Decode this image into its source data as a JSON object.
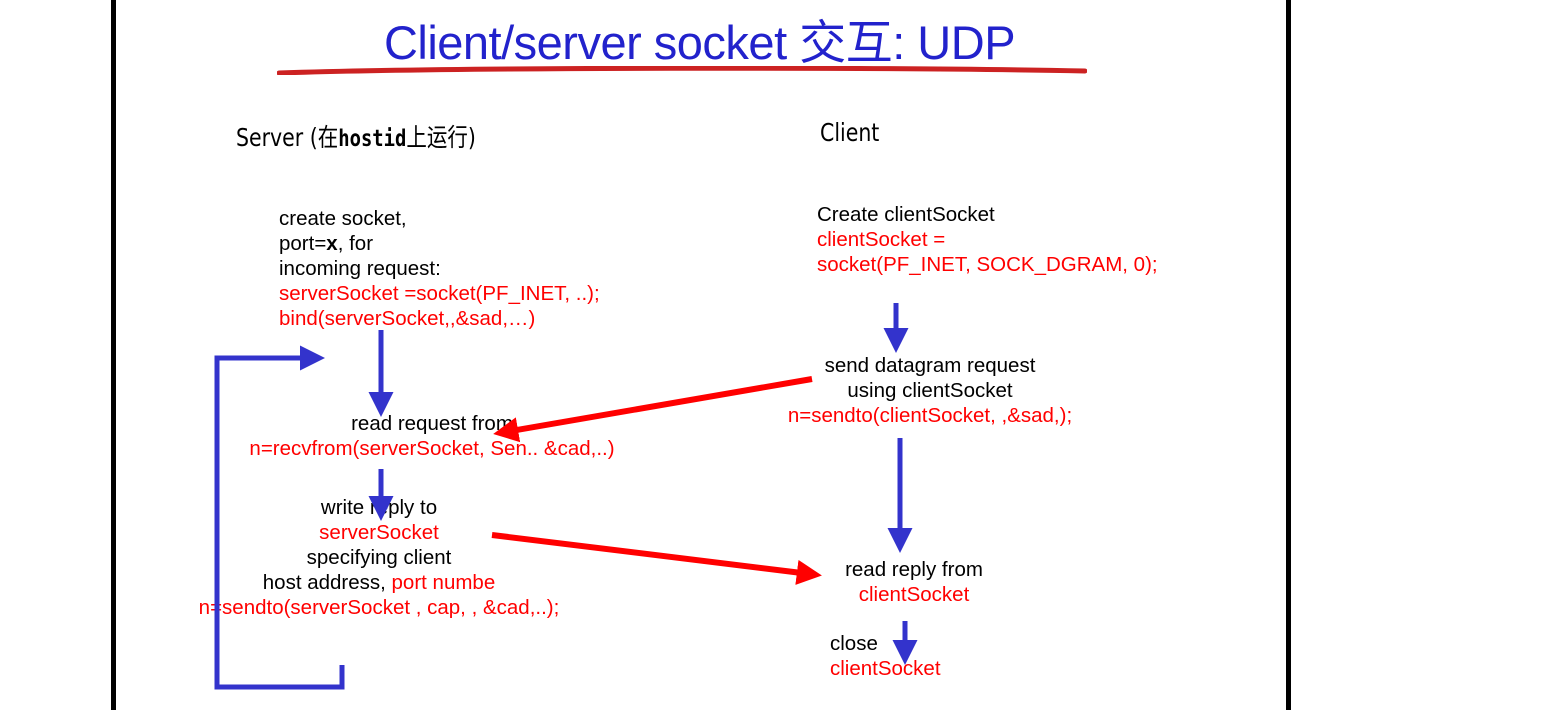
{
  "slide": {
    "title": "Client/server socket 交互: UDP",
    "title_color": "#2222cc",
    "underline_color": "#cc2222",
    "frame_color": "#000000",
    "background": "#ffffff"
  },
  "columns": {
    "server": {
      "heading_prefix": "Server (在",
      "heading_mono": "hostid",
      "heading_suffix": "上运行)"
    },
    "client": {
      "heading": "Client"
    }
  },
  "colors": {
    "text": "#000000",
    "code": "#ff0000",
    "flow_arrow": "#3333cc",
    "message_arrow": "#ff0000"
  },
  "server_steps": [
    {
      "name": "create-socket",
      "lines": [
        {
          "text": "create socket,",
          "style": "text"
        },
        {
          "text": "port=",
          "style": "text",
          "emphasis": "x",
          "suffix": ", for"
        },
        {
          "text": "incoming request:",
          "style": "text"
        },
        {
          "text": "serverSocket =socket(PF_INET, ..);",
          "style": "code"
        },
        {
          "text": "bind(serverSocket,,&sad,…)",
          "style": "code"
        }
      ]
    },
    {
      "name": "read-request",
      "lines": [
        {
          "text": "read request from",
          "style": "text"
        },
        {
          "text": "n=recvfrom(serverSocket, Sen.. &cad,..)",
          "style": "code"
        }
      ]
    },
    {
      "name": "write-reply",
      "lines": [
        {
          "text": "write reply to",
          "style": "text"
        },
        {
          "text": "serverSocket",
          "style": "code"
        },
        {
          "text": "specifying client",
          "style": "text"
        },
        {
          "text": "host address, ",
          "style": "text",
          "trailing_code": "port numbe"
        },
        {
          "text": "n=sendto(serverSocket , cap, , &cad,..);",
          "style": "code"
        }
      ]
    }
  ],
  "client_steps": [
    {
      "name": "create-clientsocket",
      "lines": [
        {
          "text": "Create clientSocket",
          "style": "text"
        },
        {
          "text": "clientSocket =",
          "style": "code"
        },
        {
          "text": "socket(PF_INET, SOCK_DGRAM, 0);",
          "style": "code"
        }
      ]
    },
    {
      "name": "send-datagram",
      "lines": [
        {
          "text": "send datagram request",
          "style": "text"
        },
        {
          "text": "using clientSocket",
          "style": "text"
        },
        {
          "text": "n=sendto(clientSocket, ,&sad,);",
          "style": "code"
        }
      ]
    },
    {
      "name": "read-reply",
      "lines": [
        {
          "text": "read reply from",
          "style": "text"
        },
        {
          "text": "clientSocket",
          "style": "code"
        }
      ]
    },
    {
      "name": "close-clientsocket",
      "lines": [
        {
          "text": "close",
          "style": "text"
        },
        {
          "text": "clientSocket",
          "style": "code"
        }
      ]
    }
  ]
}
